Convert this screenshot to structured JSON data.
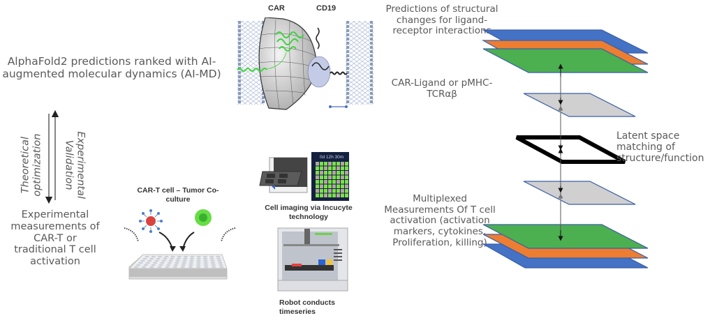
{
  "left_panel": {
    "alphafold_text": "AlphaFold2 predictions ranked with AI-augmented molecular dynamics (AI-MD)",
    "theoretical_label_line1": "Theoretical",
    "theoretical_label_line2": "optimization",
    "experimental_label_line1": "Experimental",
    "experimental_label_line2": "Validation",
    "measurements_text": "Experimental measurements of CAR-T or traditional T cell activation"
  },
  "structure_figure": {
    "car_label": "CAR",
    "cd19_label": "CD19"
  },
  "coculture": {
    "label": "CAR-T cell – Tumor Co-culture"
  },
  "incucyte": {
    "screen_time": "0d 12h 30m",
    "label": "Cell imaging via Incucyte technology"
  },
  "robot": {
    "label": "Robot conducts timeseries"
  },
  "middle_text": {
    "predictions": "Predictions of structural changes for ligand-receptor interactions",
    "car_ligand": "CAR-Ligand or pMHC-TCRαβ",
    "multiplexed": "Multiplexed Measurements Of T cell activation (activation markers, cytokines, Proliferation, killing)"
  },
  "latent_diagram": {
    "latent_text": "Latent space matching of structure/function",
    "colors": {
      "blue": "#4472c4",
      "orange": "#ed7d31",
      "green": "#4caf50",
      "gray": "#d0d0d0",
      "black": "#000000",
      "outline": "#3b5ea8"
    }
  }
}
